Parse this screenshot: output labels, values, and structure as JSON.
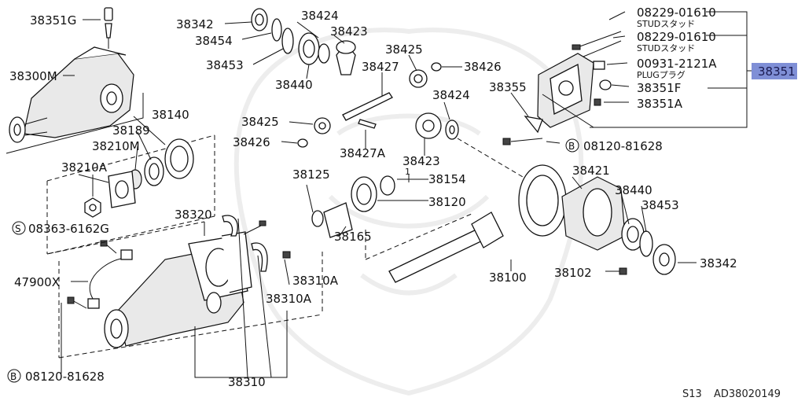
{
  "labels": {
    "p38351G": "38351G",
    "p38300M": "38300M",
    "p38342a": "38342",
    "p38454": "38454",
    "p38453a": "38453",
    "p38424a": "38424",
    "p38423a": "38423",
    "p38440a": "38440",
    "p38425a": "38425",
    "p38427": "38427",
    "p38426a": "38426",
    "p38425b": "38425",
    "p38426b": "38426",
    "p38427A": "38427A",
    "p38424b": "38424",
    "p38423b": "38423",
    "p38355": "38355",
    "p38140": "38140",
    "p38189": "38189",
    "p38210M": "38210M",
    "p38210A": "38210A",
    "p38125": "38125",
    "p38154": "38154",
    "p38120": "38120",
    "p38165": "38165",
    "p08363": "08363-6162G",
    "p08363_prefix": "S",
    "p38320": "38320",
    "p47900X": "47900X",
    "p38310Aa": "38310A",
    "p38310Ab": "38310A",
    "p38310": "38310",
    "p08120b": "08120-81628",
    "p08120b_prefix": "B",
    "p38421": "38421",
    "p38440b": "38440",
    "p38453b": "38453",
    "p38342b": "38342",
    "p38100": "38100",
    "p38102": "38102",
    "p08120a": "08120-81628",
    "p08120a_prefix": "B",
    "p08229a": "08229-01610",
    "p08229a_sub": "STUDスタッド",
    "p08229b": "08229-01610",
    "p08229b_sub": "STUDスタッド",
    "p00931": "00931-2121A",
    "p00931_sub": "PLUGプラグ",
    "p38351F": "38351F",
    "p38351A": "38351A",
    "p38351": "38351",
    "p38154_num": "1"
  },
  "footer": {
    "section": "S13",
    "code": "AD38020149"
  },
  "colors": {
    "highlight": "#7f8fd6",
    "line": "#111111",
    "watermark": "#ededed"
  }
}
